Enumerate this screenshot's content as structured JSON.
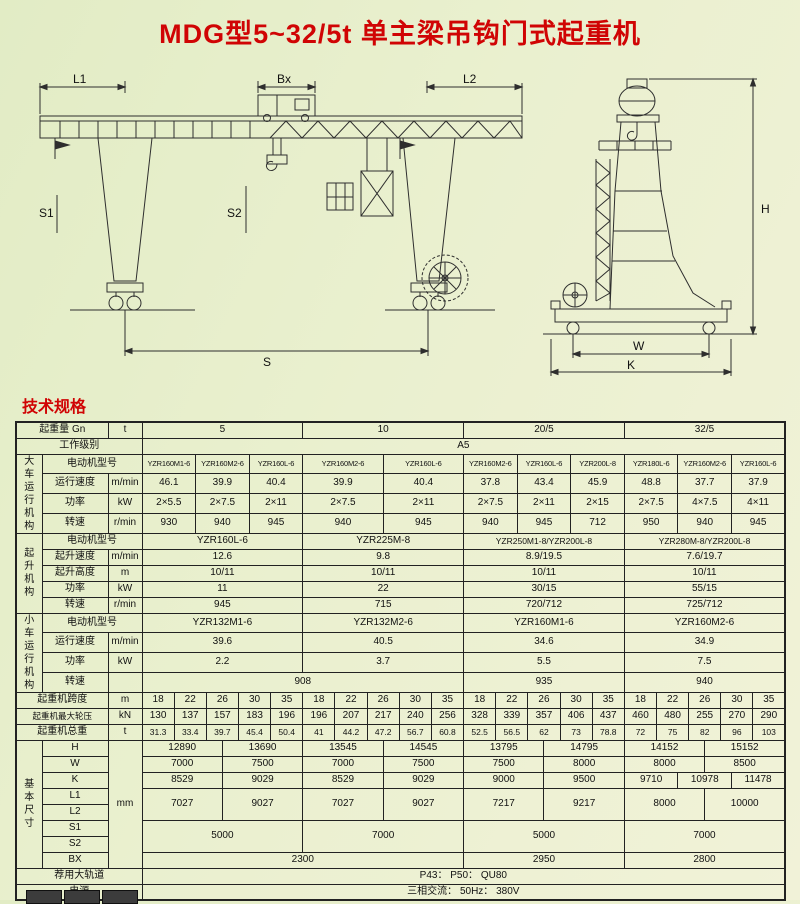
{
  "page": {
    "title": "MDG型5~32/5t 单主梁吊钩门式起重机",
    "section_title": "技术规格"
  },
  "diagram": {
    "labels": {
      "l1": "L1",
      "bx": "Bx",
      "l2": "L2",
      "s1": "S1",
      "s2": "S2",
      "s": "S",
      "h": "H",
      "w": "W",
      "k": "K"
    }
  },
  "table": {
    "rows": [
      {
        "cells": [
          {
            "t": "起重量 Gn",
            "c": 2
          },
          {
            "t": "t"
          },
          {
            "t": "5",
            "c": 30
          },
          {
            "t": "10",
            "c": 30
          },
          {
            "t": "20/5",
            "c": 30
          },
          {
            "t": "32/5",
            "c": 30
          }
        ]
      },
      {
        "cells": [
          {
            "t": "工作级别",
            "c": 3
          },
          {
            "t": "A5",
            "c": 120
          }
        ]
      },
      {
        "cells": [
          {
            "t": "大车运行机构",
            "r": 4,
            "s": "vert"
          },
          {
            "t": "电动机型号",
            "c": 2
          },
          {
            "t": "YZR160M1-6",
            "c": 10,
            "s": "xs"
          },
          {
            "t": "YZR160M2-6",
            "c": 10,
            "s": "xs"
          },
          {
            "t": "YZR160L-6",
            "c": 10,
            "s": "xs"
          },
          {
            "t": "YZR160M2-6",
            "c": 15,
            "s": "xs"
          },
          {
            "t": "YZR160L-6",
            "c": 15,
            "s": "xs"
          },
          {
            "t": "YZR160M2-6",
            "c": 10,
            "s": "xs"
          },
          {
            "t": "YZR160L-6",
            "c": 10,
            "s": "xs"
          },
          {
            "t": "YZR200L-8",
            "c": 10,
            "s": "xs"
          },
          {
            "t": "YZR180L-6",
            "c": 10,
            "s": "xs"
          },
          {
            "t": "YZR160M2-6",
            "c": 10,
            "s": "xs"
          },
          {
            "t": "YZR160L-6",
            "c": 10,
            "s": "xs"
          }
        ]
      },
      {
        "cells": [
          {
            "t": "运行速度"
          },
          {
            "t": "m/min"
          },
          {
            "t": "46.1",
            "c": 10
          },
          {
            "t": "39.9",
            "c": 10
          },
          {
            "t": "40.4",
            "c": 10
          },
          {
            "t": "39.9",
            "c": 15
          },
          {
            "t": "40.4",
            "c": 15
          },
          {
            "t": "37.8",
            "c": 10
          },
          {
            "t": "43.4",
            "c": 10
          },
          {
            "t": "45.9",
            "c": 10
          },
          {
            "t": "48.8",
            "c": 10
          },
          {
            "t": "37.7",
            "c": 10
          },
          {
            "t": "37.9",
            "c": 10
          }
        ]
      },
      {
        "cells": [
          {
            "t": "功率"
          },
          {
            "t": "kW"
          },
          {
            "t": "2×5.5",
            "c": 10
          },
          {
            "t": "2×7.5",
            "c": 10
          },
          {
            "t": "2×11",
            "c": 10
          },
          {
            "t": "2×7.5",
            "c": 15
          },
          {
            "t": "2×11",
            "c": 15
          },
          {
            "t": "2×7.5",
            "c": 10
          },
          {
            "t": "2×11",
            "c": 10
          },
          {
            "t": "2×15",
            "c": 10
          },
          {
            "t": "2×7.5",
            "c": 10
          },
          {
            "t": "4×7.5",
            "c": 10
          },
          {
            "t": "4×11",
            "c": 10
          }
        ]
      },
      {
        "cells": [
          {
            "t": "转速"
          },
          {
            "t": "r/min"
          },
          {
            "t": "930",
            "c": 10
          },
          {
            "t": "940",
            "c": 10
          },
          {
            "t": "945",
            "c": 10
          },
          {
            "t": "940",
            "c": 15
          },
          {
            "t": "945",
            "c": 15
          },
          {
            "t": "940",
            "c": 10
          },
          {
            "t": "945",
            "c": 10
          },
          {
            "t": "712",
            "c": 10
          },
          {
            "t": "950",
            "c": 10
          },
          {
            "t": "940",
            "c": 10
          },
          {
            "t": "945",
            "c": 10
          }
        ]
      },
      {
        "cells": [
          {
            "t": "起升机构",
            "r": 5,
            "s": "vert"
          },
          {
            "t": "电动机型号",
            "c": 2
          },
          {
            "t": "YZR160L-6",
            "c": 30
          },
          {
            "t": "YZR225M-8",
            "c": 30
          },
          {
            "t": "YZR250M1-8/YZR200L-8",
            "c": 30,
            "s": "sm"
          },
          {
            "t": "YZR280M-8/YZR200L-8",
            "c": 30,
            "s": "sm"
          }
        ]
      },
      {
        "cells": [
          {
            "t": "起升速度"
          },
          {
            "t": "m/min"
          },
          {
            "t": "12.6",
            "c": 30
          },
          {
            "t": "9.8",
            "c": 30
          },
          {
            "t": "8.9/19.5",
            "c": 30
          },
          {
            "t": "7.6/19.7",
            "c": 30
          }
        ]
      },
      {
        "cells": [
          {
            "t": "起升高度"
          },
          {
            "t": "m"
          },
          {
            "t": "10/11",
            "c": 30
          },
          {
            "t": "10/11",
            "c": 30
          },
          {
            "t": "10/11",
            "c": 30
          },
          {
            "t": "10/11",
            "c": 30
          }
        ]
      },
      {
        "cells": [
          {
            "t": "功率"
          },
          {
            "t": "kW"
          },
          {
            "t": "11",
            "c": 30
          },
          {
            "t": "22",
            "c": 30
          },
          {
            "t": "30/15",
            "c": 30
          },
          {
            "t": "55/15",
            "c": 30
          }
        ]
      },
      {
        "cells": [
          {
            "t": "转速"
          },
          {
            "t": "r/min"
          },
          {
            "t": "945",
            "c": 30
          },
          {
            "t": "715",
            "c": 30
          },
          {
            "t": "720/712",
            "c": 30
          },
          {
            "t": "725/712",
            "c": 30
          }
        ]
      },
      {
        "cells": [
          {
            "t": "小车运行机构",
            "r": 4,
            "s": "vert"
          },
          {
            "t": "电动机型号",
            "c": 2
          },
          {
            "t": "YZR132M1-6",
            "c": 30
          },
          {
            "t": "YZR132M2-6",
            "c": 30
          },
          {
            "t": "YZR160M1-6",
            "c": 30
          },
          {
            "t": "YZR160M2-6",
            "c": 30
          }
        ]
      },
      {
        "cells": [
          {
            "t": "运行速度"
          },
          {
            "t": "m/min"
          },
          {
            "t": "39.6",
            "c": 30
          },
          {
            "t": "40.5",
            "c": 30
          },
          {
            "t": "34.6",
            "c": 30
          },
          {
            "t": "34.9",
            "c": 30
          }
        ]
      },
      {
        "cells": [
          {
            "t": "功率"
          },
          {
            "t": "kW"
          },
          {
            "t": "2.2",
            "c": 30
          },
          {
            "t": "3.7",
            "c": 30
          },
          {
            "t": "5.5",
            "c": 30
          },
          {
            "t": "7.5",
            "c": 30
          }
        ]
      },
      {
        "cells": [
          {
            "t": "转速"
          },
          {
            "t": ""
          },
          {
            "t": "908",
            "c": 60
          },
          {
            "t": "935",
            "c": 30
          },
          {
            "t": "940",
            "c": 30
          }
        ]
      },
      {
        "cells": [
          {
            "t": "起重机跨度",
            "c": 2
          },
          {
            "t": "m"
          },
          {
            "t": "18",
            "c": 6
          },
          {
            "t": "22",
            "c": 6
          },
          {
            "t": "26",
            "c": 6
          },
          {
            "t": "30",
            "c": 6
          },
          {
            "t": "35",
            "c": 6
          },
          {
            "t": "18",
            "c": 6
          },
          {
            "t": "22",
            "c": 6
          },
          {
            "t": "26",
            "c": 6
          },
          {
            "t": "30",
            "c": 6
          },
          {
            "t": "35",
            "c": 6
          },
          {
            "t": "18",
            "c": 6
          },
          {
            "t": "22",
            "c": 6
          },
          {
            "t": "26",
            "c": 6
          },
          {
            "t": "30",
            "c": 6
          },
          {
            "t": "35",
            "c": 6
          },
          {
            "t": "18",
            "c": 6
          },
          {
            "t": "22",
            "c": 6
          },
          {
            "t": "26",
            "c": 6
          },
          {
            "t": "30",
            "c": 6
          },
          {
            "t": "35",
            "c": 6
          }
        ]
      },
      {
        "cells": [
          {
            "t": "起重机最大轮压",
            "c": 2,
            "s": "sm"
          },
          {
            "t": "kN"
          },
          {
            "t": "130",
            "c": 6
          },
          {
            "t": "137",
            "c": 6
          },
          {
            "t": "157",
            "c": 6
          },
          {
            "t": "183",
            "c": 6
          },
          {
            "t": "196",
            "c": 6
          },
          {
            "t": "196",
            "c": 6
          },
          {
            "t": "207",
            "c": 6
          },
          {
            "t": "217",
            "c": 6
          },
          {
            "t": "240",
            "c": 6
          },
          {
            "t": "256",
            "c": 6
          },
          {
            "t": "328",
            "c": 6
          },
          {
            "t": "339",
            "c": 6
          },
          {
            "t": "357",
            "c": 6
          },
          {
            "t": "406",
            "c": 6
          },
          {
            "t": "437",
            "c": 6
          },
          {
            "t": "460",
            "c": 6
          },
          {
            "t": "480",
            "c": 6
          },
          {
            "t": "255",
            "c": 6
          },
          {
            "t": "270",
            "c": 6
          },
          {
            "t": "290",
            "c": 6
          }
        ]
      },
      {
        "cells": [
          {
            "t": "起重机总重",
            "c": 2
          },
          {
            "t": "t"
          },
          {
            "t": "31.3",
            "c": 6,
            "s": "sm"
          },
          {
            "t": "33.4",
            "c": 6,
            "s": "sm"
          },
          {
            "t": "39.7",
            "c": 6,
            "s": "sm"
          },
          {
            "t": "45.4",
            "c": 6,
            "s": "sm"
          },
          {
            "t": "50.4",
            "c": 6,
            "s": "sm"
          },
          {
            "t": "41",
            "c": 6,
            "s": "sm"
          },
          {
            "t": "44.2",
            "c": 6,
            "s": "sm"
          },
          {
            "t": "47.2",
            "c": 6,
            "s": "sm"
          },
          {
            "t": "56.7",
            "c": 6,
            "s": "sm"
          },
          {
            "t": "60.8",
            "c": 6,
            "s": "sm"
          },
          {
            "t": "52.5",
            "c": 6,
            "s": "sm"
          },
          {
            "t": "56.5",
            "c": 6,
            "s": "sm"
          },
          {
            "t": "62",
            "c": 6,
            "s": "sm"
          },
          {
            "t": "73",
            "c": 6,
            "s": "sm"
          },
          {
            "t": "78.8",
            "c": 6,
            "s": "sm"
          },
          {
            "t": "72",
            "c": 6,
            "s": "sm"
          },
          {
            "t": "75",
            "c": 6,
            "s": "sm"
          },
          {
            "t": "82",
            "c": 6,
            "s": "sm"
          },
          {
            "t": "96",
            "c": 6,
            "s": "sm"
          },
          {
            "t": "103",
            "c": 6,
            "s": "sm"
          }
        ]
      },
      {
        "cells": [
          {
            "t": "基本尺寸",
            "r": 8,
            "s": "vert"
          },
          {
            "t": "H"
          },
          {
            "t": "mm",
            "r": 8
          },
          {
            "t": "12890",
            "c": 15
          },
          {
            "t": "13690",
            "c": 15
          },
          {
            "t": "13545",
            "c": 15
          },
          {
            "t": "14545",
            "c": 15
          },
          {
            "t": "13795",
            "c": 15
          },
          {
            "t": "14795",
            "c": 15
          },
          {
            "t": "14152",
            "c": 15
          },
          {
            "t": "15152",
            "c": 15
          }
        ]
      },
      {
        "cells": [
          {
            "t": "W"
          },
          {
            "t": "7000",
            "c": 15
          },
          {
            "t": "7500",
            "c": 15
          },
          {
            "t": "7000",
            "c": 15
          },
          {
            "t": "7500",
            "c": 15
          },
          {
            "t": "7500",
            "c": 15
          },
          {
            "t": "8000",
            "c": 15
          },
          {
            "t": "8000",
            "c": 15
          },
          {
            "t": "8500",
            "c": 15
          }
        ]
      },
      {
        "cells": [
          {
            "t": "K"
          },
          {
            "t": "8529",
            "c": 15
          },
          {
            "t": "9029",
            "c": 15
          },
          {
            "t": "8529",
            "c": 15
          },
          {
            "t": "9029",
            "c": 15
          },
          {
            "t": "9000",
            "c": 15
          },
          {
            "t": "9500",
            "c": 15
          },
          {
            "t": "9710",
            "c": 10
          },
          {
            "t": "10978",
            "c": 10
          },
          {
            "t": "11478",
            "c": 10
          }
        ]
      },
      {
        "cells": [
          {
            "t": "L1"
          },
          {
            "t": "7027",
            "c": 15,
            "r": 2
          },
          {
            "t": "9027",
            "c": 15,
            "r": 2
          },
          {
            "t": "7027",
            "c": 15,
            "r": 2
          },
          {
            "t": "9027",
            "c": 15,
            "r": 2
          },
          {
            "t": "7217",
            "c": 15,
            "r": 2
          },
          {
            "t": "9217",
            "c": 15,
            "r": 2
          },
          {
            "t": "8000",
            "c": 15,
            "r": 2
          },
          {
            "t": "10000",
            "c": 15,
            "r": 2
          }
        ]
      },
      {
        "cells": [
          {
            "t": "L2"
          }
        ]
      },
      {
        "cells": [
          {
            "t": "S1"
          },
          {
            "t": "5000",
            "c": 30,
            "r": 2
          },
          {
            "t": "7000",
            "c": 30,
            "r": 2
          },
          {
            "t": "5000",
            "c": 30,
            "r": 2
          },
          {
            "t": "7000",
            "c": 30,
            "r": 2
          }
        ]
      },
      {
        "cells": [
          {
            "t": "S2"
          }
        ]
      },
      {
        "cells": [
          {
            "t": "BX"
          },
          {
            "t": "2300",
            "c": 60
          },
          {
            "t": "2950",
            "c": 30
          },
          {
            "t": "2800",
            "c": 30
          }
        ]
      },
      {
        "cells": [
          {
            "t": "荐用大轨道",
            "c": 3
          },
          {
            "t": "P43：  P50：  QU80",
            "c": 120
          }
        ]
      },
      {
        "cells": [
          {
            "t": "电源",
            "c": 3
          },
          {
            "t": "三相交流：  50Hz：  380V",
            "c": 120
          }
        ]
      }
    ]
  }
}
